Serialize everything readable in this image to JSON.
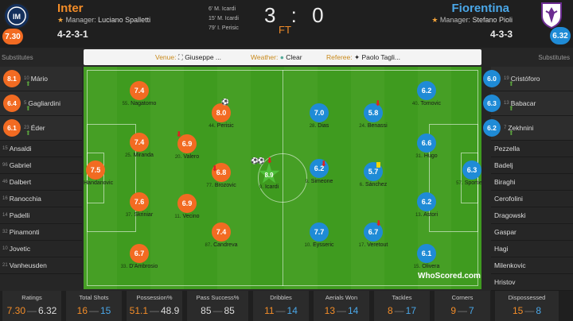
{
  "home": {
    "name": "Inter",
    "manager_label": "Manager:",
    "manager": "Luciano Spalletti",
    "formation": "4-2-3-1",
    "rating": "7.30"
  },
  "away": {
    "name": "Fiorentina",
    "manager_label": "Manager:",
    "manager": "Stefano Pioli",
    "formation": "4-3-3",
    "rating": "6.32"
  },
  "score": "3 : 0",
  "status": "FT",
  "scorers": [
    "6' M. Icardi",
    "15' M. Icardi",
    "79' I. Perisic"
  ],
  "subs_label": "Substitutes",
  "info": {
    "venue_label": "Venue:",
    "venue": "Giuseppe ...",
    "weather_label": "Weather:",
    "weather": "Clear",
    "referee_label": "Referee:",
    "referee": "Paolo Tagli..."
  },
  "home_subs": [
    {
      "num": "10",
      "name": "Mário",
      "rating": "8.1",
      "big": true
    },
    {
      "num": "5",
      "name": "Gagliardini",
      "rating": "6.4",
      "big": true
    },
    {
      "num": "23",
      "name": "Éder",
      "rating": "6.1",
      "big": true
    },
    {
      "num": "15",
      "name": "Ansaldi"
    },
    {
      "num": "96",
      "name": "Gabriel"
    },
    {
      "num": "46",
      "name": "Dalbert"
    },
    {
      "num": "16",
      "name": "Ranocchia"
    },
    {
      "num": "14",
      "name": "Padelli"
    },
    {
      "num": "32",
      "name": "Pinamonti"
    },
    {
      "num": "10",
      "name": "Jovetic"
    },
    {
      "num": "21",
      "name": "Vanheusden"
    }
  ],
  "away_subs": [
    {
      "num": "19",
      "name": "Cristóforo",
      "rating": "6.0",
      "big": true
    },
    {
      "num": "13",
      "name": "Babacar",
      "rating": "6.3",
      "big": true
    },
    {
      "num": "7",
      "name": "Zekhnini",
      "rating": "6.2",
      "big": true
    },
    {
      "num": "",
      "name": "Pezzella"
    },
    {
      "num": "",
      "name": "Badelj"
    },
    {
      "num": "",
      "name": "Biraghi"
    },
    {
      "num": "",
      "name": "Cerofolini"
    },
    {
      "num": "",
      "name": "Dragowski"
    },
    {
      "num": "",
      "name": "Gaspar"
    },
    {
      "num": "",
      "name": "Hagi"
    },
    {
      "num": "",
      "name": "Milenkovic"
    },
    {
      "num": "",
      "name": "Hristov"
    }
  ],
  "home_players": [
    {
      "num": "1",
      "name": "Handanovic",
      "rating": "7.5"
    },
    {
      "num": "55",
      "name": "Nagatomo",
      "rating": "7.4"
    },
    {
      "num": "25",
      "name": "Miranda",
      "rating": "7.4"
    },
    {
      "num": "37",
      "name": "Skriniar",
      "rating": "7.6"
    },
    {
      "num": "33",
      "name": "D'Ambrosio",
      "rating": "6.7"
    },
    {
      "num": "20",
      "name": "Valero",
      "rating": "6.9"
    },
    {
      "num": "11",
      "name": "Vecino",
      "rating": "6.9"
    },
    {
      "num": "44",
      "name": "Perisic",
      "rating": "8.0"
    },
    {
      "num": "77",
      "name": "Brozovic",
      "rating": "6.8"
    },
    {
      "num": "87",
      "name": "Candreva",
      "rating": "7.4"
    },
    {
      "num": "9",
      "name": "Icardi",
      "rating": "8.9"
    }
  ],
  "away_players": [
    {
      "num": "57",
      "name": "Sportiello",
      "rating": "6.3"
    },
    {
      "num": "40",
      "name": "Tomovic",
      "rating": "6.2"
    },
    {
      "num": "31",
      "name": "Hugo",
      "rating": "6.6"
    },
    {
      "num": "13",
      "name": "Astori",
      "rating": "6.2"
    },
    {
      "num": "15",
      "name": "Olivera",
      "rating": "6.1"
    },
    {
      "num": "24",
      "name": "Benassi",
      "rating": "5.8"
    },
    {
      "num": "6",
      "name": "Sánchez",
      "rating": "5.7"
    },
    {
      "num": "17",
      "name": "Veretout",
      "rating": "6.7"
    },
    {
      "num": "28",
      "name": "Dias",
      "rating": "7.0"
    },
    {
      "num": "9",
      "name": "Simeone",
      "rating": "6.2"
    },
    {
      "num": "10",
      "name": "Eysseric",
      "rating": "7.7"
    }
  ],
  "brand": "WhoScored.com",
  "stats": [
    {
      "label": "Ratings",
      "home": "7.30",
      "away": "6.32"
    },
    {
      "label": "Total Shots",
      "home": "16",
      "away": "15"
    },
    {
      "label": "Possession%",
      "home": "51.1",
      "away": "48.9"
    },
    {
      "label": "Pass Success%",
      "home": "85",
      "away": "85"
    },
    {
      "label": "Dribbles",
      "home": "11",
      "away": "14"
    },
    {
      "label": "Aerials Won",
      "home": "13",
      "away": "14"
    },
    {
      "label": "Tackles",
      "home": "8",
      "away": "17"
    },
    {
      "label": "Corners",
      "home": "9",
      "away": "7"
    },
    {
      "label": "Dispossessed",
      "home": "15",
      "away": "8"
    }
  ],
  "colors": {
    "home": "#f26b22",
    "away": "#1f8bd6",
    "accent": "#f28c28"
  }
}
